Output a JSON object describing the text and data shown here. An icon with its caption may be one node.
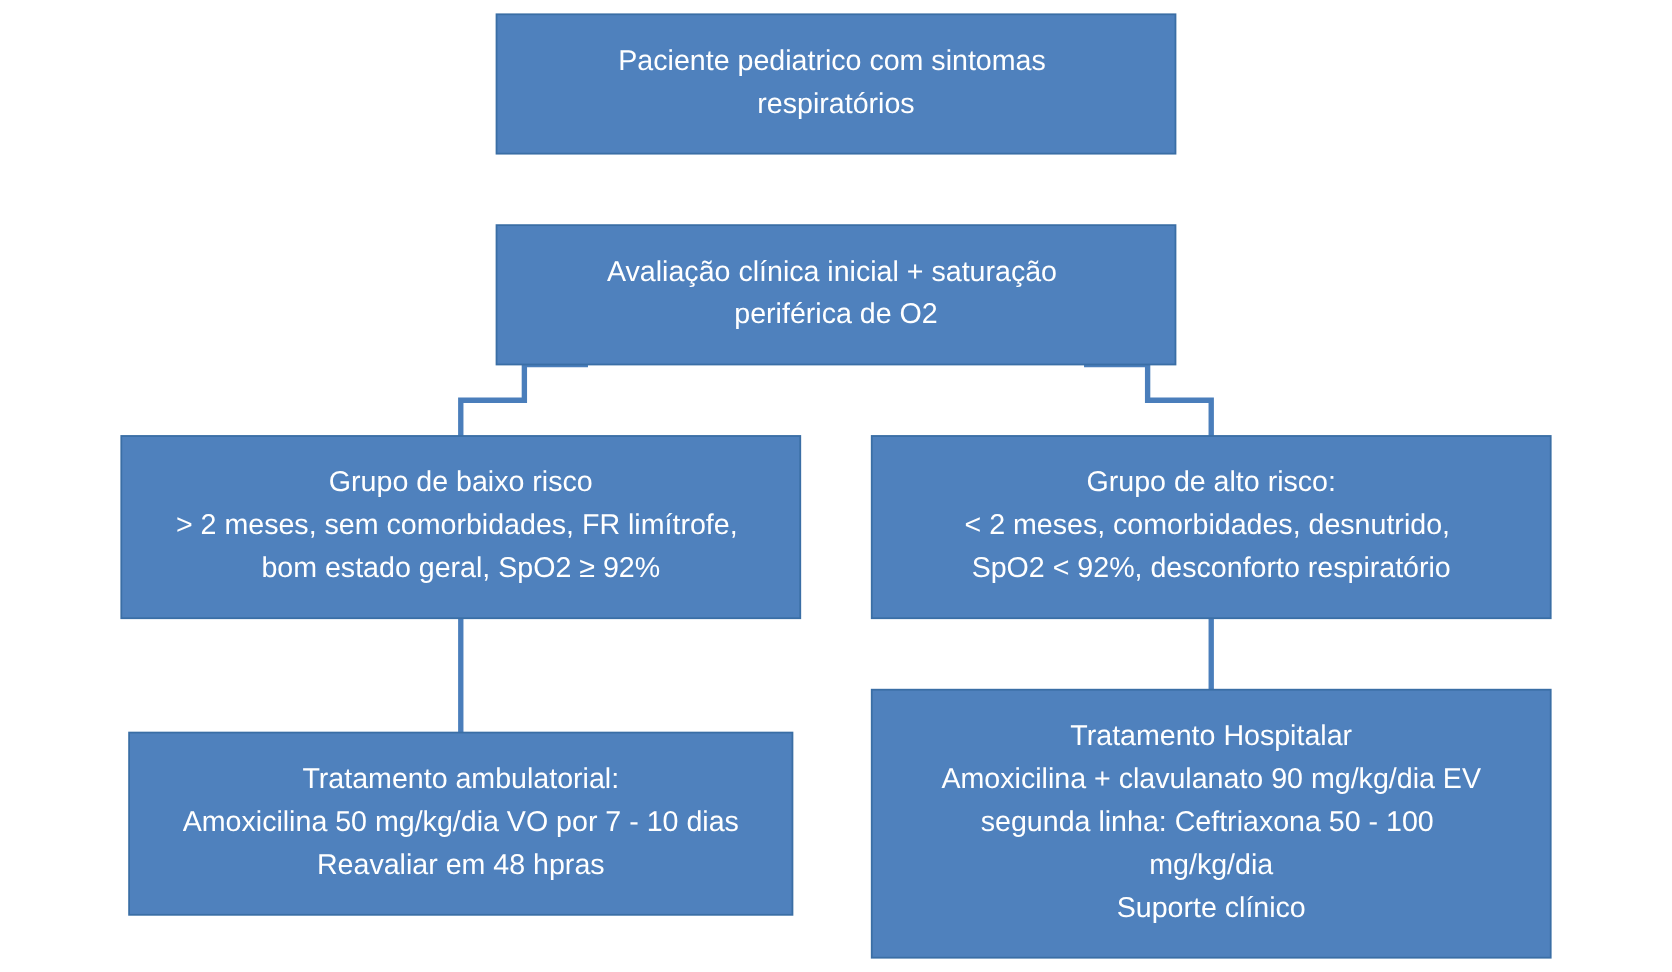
{
  "diagram": {
    "nodes": [
      {
        "text": [
          "Paciente pediatrico com sintomas respiratórios"
        ]
      },
      {
        "text": [
          "Avaliação clínica inicial + saturação periférica de O2"
        ]
      },
      {
        "text": [
          "Grupo de baixo risco",
          "> 2 meses, sem comorbidades, FR limítrofe, bom estado geral, SpO2 ≥ 92%"
        ]
      },
      {
        "text": [
          "Grupo de alto risco:",
          "< 2 meses, comorbidades, desnutrido, SpO2 < 92%, desconforto respiratório"
        ]
      },
      {
        "text": [
          "Tratamento ambulatorial:",
          "Amoxicilina 50 mg/kg/dia VO por 7 - 10 dias",
          "Reavaliar em 48 hpras"
        ]
      },
      {
        "text": [
          "Tratamento Hospitalar",
          "Amoxicilina + clavulanato 90 mg/kg/dia EV",
          "segunda linha: Ceftriaxona 50 - 100 mg/kg/dia",
          "Suporte clínico"
        ]
      }
    ],
    "edges": [
      {
        "from": 1,
        "to": 2,
        "arrow": "none"
      },
      {
        "from": 1,
        "to": 3,
        "arrow": "none"
      },
      {
        "from": 2,
        "to": 4,
        "arrow": "none"
      },
      {
        "from": 3,
        "to": 5,
        "arrow": "none"
      }
    ]
  }
}
